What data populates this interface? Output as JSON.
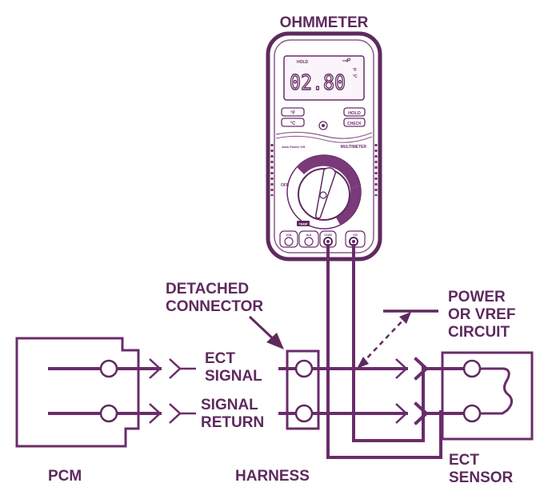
{
  "title": "OHMMETER",
  "meter": {
    "display_value": "02.80",
    "display_hold": "HOLD",
    "unit_f": "°F",
    "unit_c": "°C",
    "button_f": "°F",
    "button_c": "°C",
    "button_hold": "HOLD",
    "button_check": "CHECK",
    "auto_power_off": "Auto Power Off",
    "brand": "MULTIMETER",
    "dial_off": "OFF",
    "dial_temp": "TEMP",
    "jack_10a": "10A",
    "jack_ma": "mA",
    "jack_com": "COM",
    "jack_v": "VΩ"
  },
  "labels": {
    "detached_connector_line1": "DETACHED",
    "detached_connector_line2": "CONNECTOR",
    "power_line1": "POWER",
    "power_line2": "OR VREF",
    "power_line3": "CIRCUIT",
    "ect_signal_line1": "ECT",
    "ect_signal_line2": "SIGNAL",
    "signal_return_line1": "SIGNAL",
    "signal_return_line2": "RETURN",
    "pcm": "PCM",
    "harness": "HARNESS",
    "ect_sensor_line1": "ECT",
    "ect_sensor_line2": "SENSOR"
  },
  "colors": {
    "line": "#6a2c6a",
    "text": "#5e2a5e",
    "meter_dial": "#7a3a7a"
  }
}
